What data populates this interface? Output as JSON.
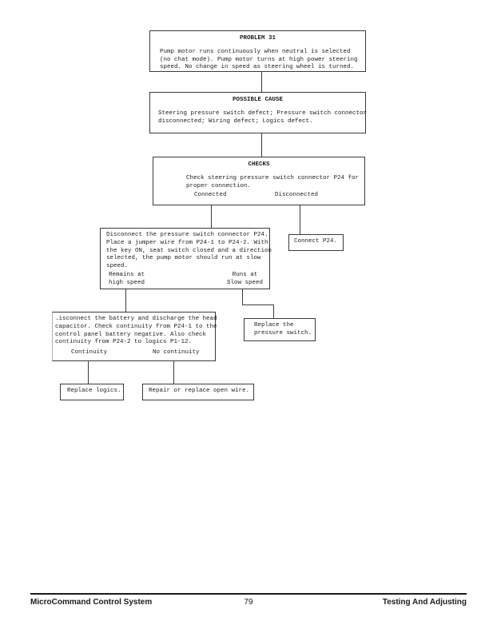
{
  "flowchart": {
    "problem": {
      "title": "PROBLEM 31",
      "body": [
        "Pump motor runs continuously when neutral is selected",
        "(no chat mode). Pump motor turns at high power steering",
        "speed. No change in speed as steering wheel is turned."
      ]
    },
    "possible_cause": {
      "title": "POSSIBLE CAUSE",
      "body": [
        "Steering pressure switch defect; Pressure switch connector",
        "disconnected; Wiring defect; Logics defect."
      ]
    },
    "checks": {
      "title": "CHECKS",
      "body": [
        "Check steering pressure switch connector P24 for",
        "proper connection."
      ],
      "branch_connected": "Connected",
      "branch_disconnected": "Disconnected"
    },
    "jumper_test": {
      "body": [
        "Disconnect the pressure switch connector P24.",
        "Place a jumper wire from P24-1 to P24-2. With",
        "the key ON, seat switch closed and a direction",
        "selected, the pump motor should run at slow",
        "speed."
      ],
      "branch_remains": [
        "Remains at",
        "high speed"
      ],
      "branch_runs": [
        "Runs at",
        "Slow speed"
      ]
    },
    "connect_p24": {
      "label": "Connect P24."
    },
    "continuity_test": {
      "body": [
        ".isconnect the battery and discharge the head",
        "capacitor. Check continuity from P24-1 to the",
        "control panel battery negative. Also check",
        "continuity from P24-2 to logics P1-12."
      ],
      "branch_continuity": "Continuity",
      "branch_no_continuity": "No continuity"
    },
    "replace_pressure_switch": {
      "label": [
        "Replace the",
        "pressure switch."
      ]
    },
    "replace_logics": {
      "label": "Replace logics."
    },
    "repair_wire": {
      "label": "Repair or replace open wire."
    }
  },
  "footer": {
    "left": "MicroCommand Control System",
    "page_number": "79",
    "right": "Testing And Adjusting"
  },
  "colors": {
    "ink": "#1c1c1c",
    "border": "#3a3a3a",
    "page": "#ffffff"
  }
}
